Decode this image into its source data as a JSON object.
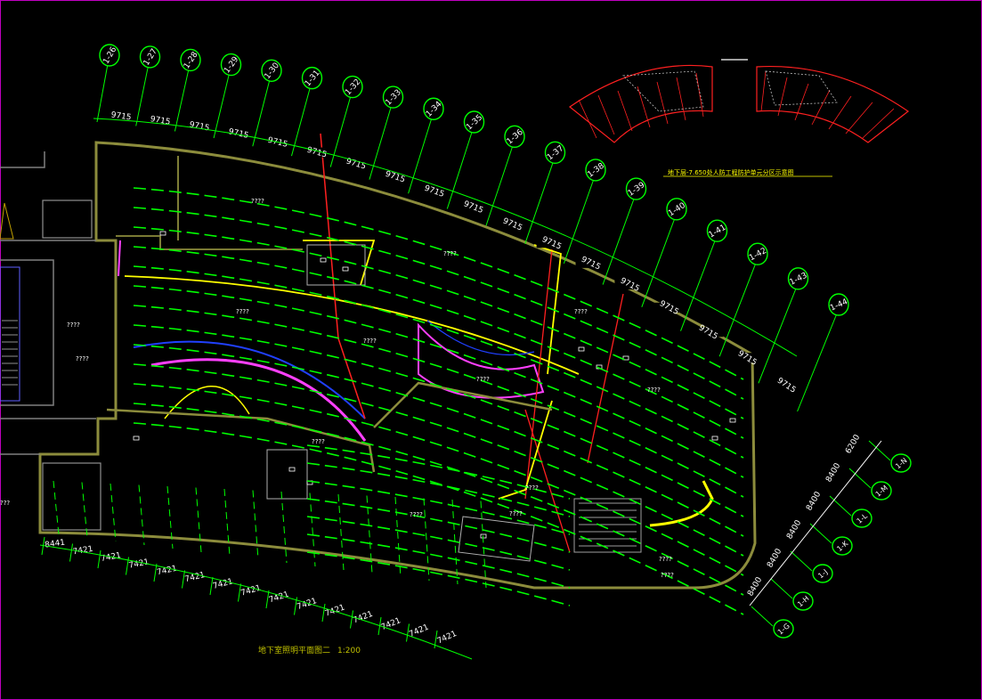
{
  "drawing": {
    "title": "地下室照明平面图二",
    "scale": "1:200",
    "inset_caption": "地下层-7.650处人防工程防护单元分区示意图",
    "colors": {
      "background": "#000000",
      "wall": "#8c8c3c",
      "grid_axis": "#00ff00",
      "lighting": "#00ff00",
      "red_line": "#ff2020",
      "yellow_line": "#ffff00",
      "magenta_line": "#ff40ff",
      "blue_line": "#2040ff",
      "text": "#ffffff",
      "frame": "#c000c0"
    }
  },
  "top_axes": {
    "labels": [
      "1-26",
      "1-27",
      "1-28",
      "1-29",
      "1-30",
      "1-31",
      "1-32",
      "1-33",
      "1-34",
      "1-35",
      "1-36",
      "1-37",
      "1-38",
      "1-39",
      "1-40",
      "1-41",
      "1-42",
      "1-43",
      "1-44"
    ],
    "spacing": [
      "9715",
      "9715",
      "9715",
      "9715",
      "9715",
      "9715",
      "9715",
      "9715",
      "9715",
      "9715",
      "9715",
      "9715",
      "9715",
      "9715",
      "9715",
      "9715",
      "9715",
      "9715"
    ]
  },
  "bottom_axes": {
    "spacing": [
      "8441",
      "7421",
      "7421",
      "7421",
      "7421",
      "7421",
      "7421",
      "7421",
      "7421",
      "7421",
      "7421",
      "7421",
      "7421",
      "7421",
      "7421"
    ]
  },
  "right_axes": {
    "labels": [
      "1-G",
      "1-H",
      "1-J",
      "1-K",
      "1-L",
      "1-M",
      "1-N"
    ],
    "spacing": [
      "8400",
      "8400",
      "8400",
      "8400",
      "8400",
      "6200"
    ]
  },
  "room_labels": [
    "????",
    "????",
    "????",
    "????",
    "????",
    "????",
    "????",
    "????",
    "????",
    "????",
    "????",
    "????",
    "????",
    "????"
  ],
  "left_labels": [
    "????",
    "???"
  ]
}
